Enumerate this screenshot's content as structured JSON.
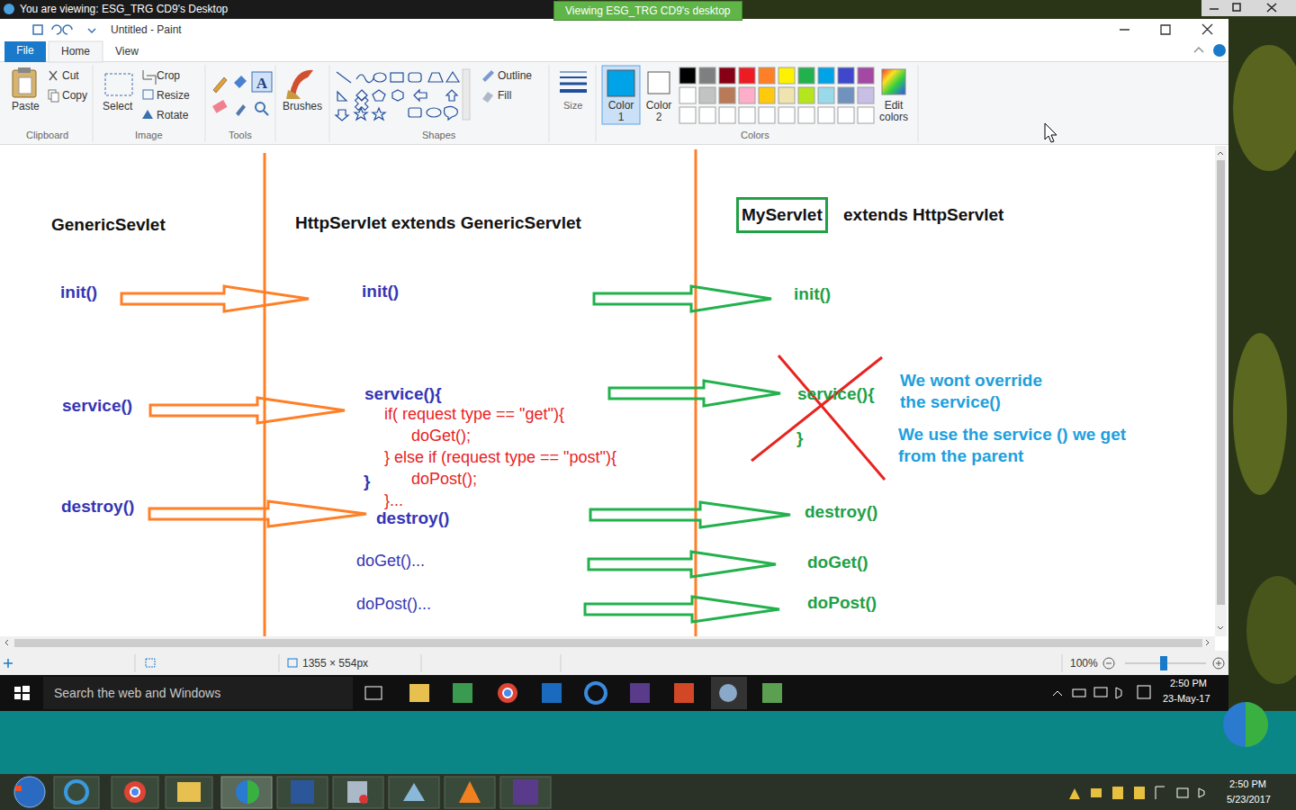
{
  "diagram": {
    "nodes": [
      {
        "text": [
          "Viewing ESG_TRG CD9's desktop"
        ]
      },
      {
        "text": [
          "File"
        ]
      },
      {
        "text": [
          "MyServlet"
        ]
      }
    ],
    "labels": [
      "You are viewing: ESG_TRG CD9's Desktop",
      "Untitled - Paint",
      "Home",
      "View",
      "Paste",
      "Cut",
      "Copy",
      "Select",
      "Crop",
      "Resize",
      "Rotate",
      "Brushes",
      "Outline",
      "Fill",
      "Size",
      "Color 1",
      "Color 2",
      "Edit colors",
      "Clipboard",
      "Image",
      "Tools",
      "Shapes",
      "Colors",
      "GenericSevlet",
      "HttpServlet extends GenericServlet",
      "extends HttpServlet",
      "init()",
      "service()",
      "destroy()",
      "init()",
      "service(){",
      "if( request type == \"get\"){",
      "doGet();",
      "} else if (request type == \"post\"){",
      "doPost();",
      "}",
      "}...",
      "destroy()",
      "doGet()...",
      "doPost()...",
      "init()",
      "service(){",
      "}",
      "destroy()",
      "doGet()",
      "doPost()",
      "We wont override the service()",
      "We use the service () we get from the parent",
      "1355 × 554px",
      "100%",
      "Search the web and Windows",
      "2:50 PM",
      "23-May-17",
      "2:50 PM",
      "5/23/2017"
    ]
  }
}
